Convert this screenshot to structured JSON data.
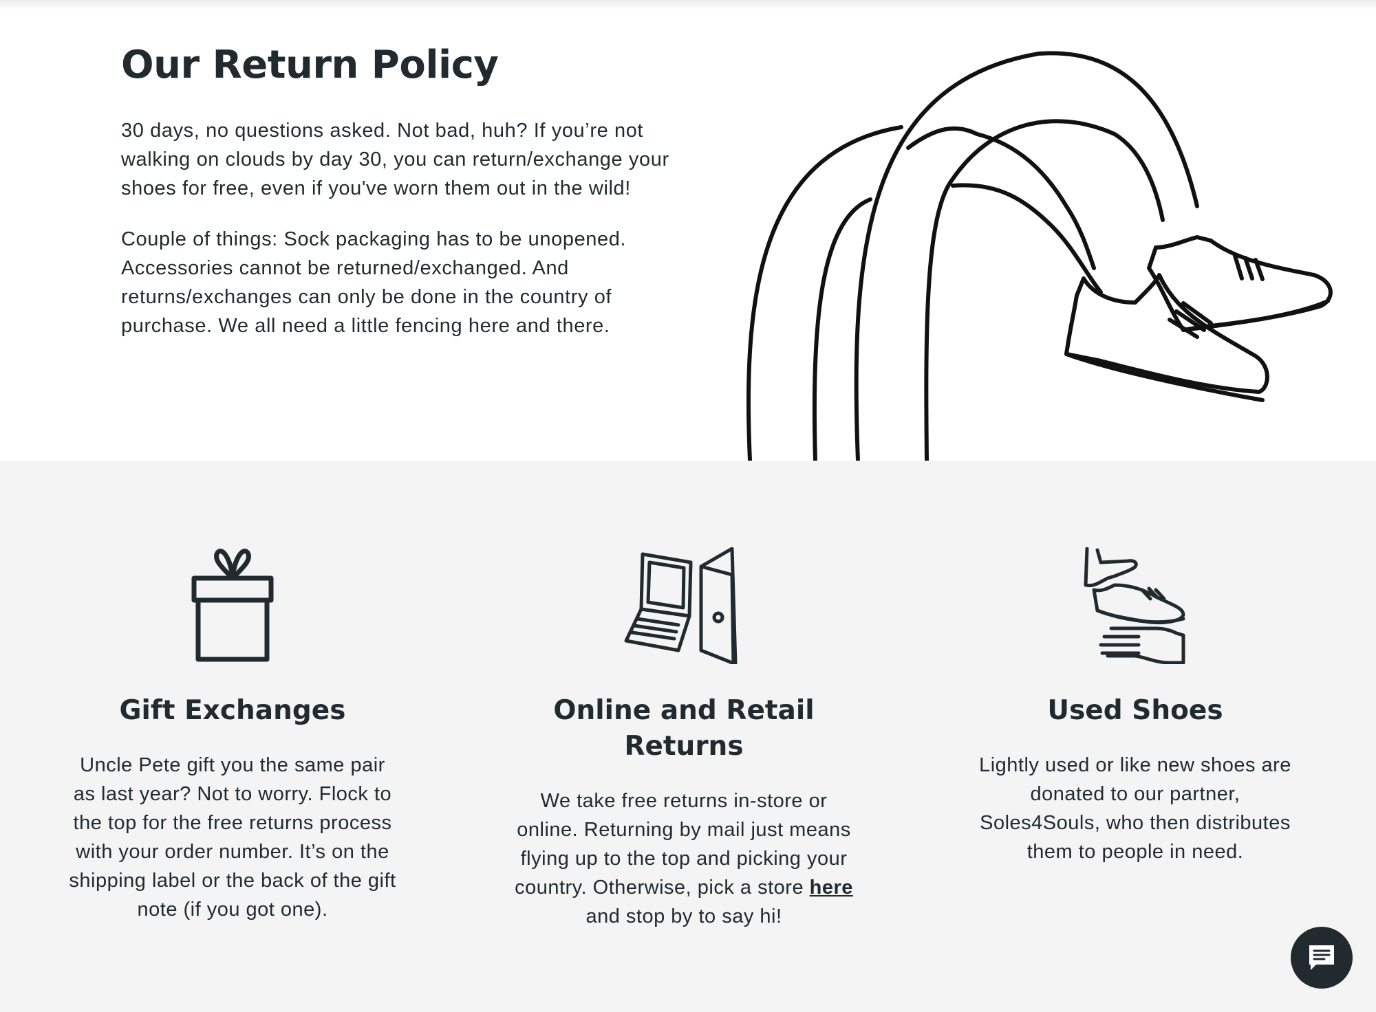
{
  "hero": {
    "title": "Our Return Policy",
    "paragraph1": "30 days, no questions asked. Not bad, huh? If you’re not walking on clouds by day 30, you can return/exchange your shoes for free, even if you've worn them out in the wild!",
    "paragraph2": "Couple of things: Sock packaging has to be unopened. Accessories cannot be returned/exchanged. And returns/exchanges can only be done in the country of purchase. We all need a little fencing here and there.",
    "illustration": "legs-with-sneakers-illustration"
  },
  "features": [
    {
      "icon": "gift-icon",
      "title": "Gift Exchanges",
      "body": "Uncle Pete gift you the same pair as last year? Not to worry. Flock to the top for the free returns process with your order number. It’s on the shipping label or the back of the gift note (if you got one)."
    },
    {
      "icon": "laptop-and-door-icon",
      "title": "Online and Retail Returns",
      "body_before": "We take free returns in-store or online. Returning by mail just means flying up to the top and picking your country. Otherwise, pick a store ",
      "link_text": "here",
      "body_after": " and stop by to say hi!"
    },
    {
      "icon": "hands-passing-shoe-icon",
      "title": "Used Shoes",
      "body": "Lightly used or like new shoes are donated to our partner, Soles4Souls, who then distributes them to people in need."
    }
  ],
  "chat": {
    "icon": "chat-icon"
  },
  "colors": {
    "text": "#212a2f",
    "section_bg": "#f4f4f4",
    "hero_bg": "#ffffff"
  }
}
